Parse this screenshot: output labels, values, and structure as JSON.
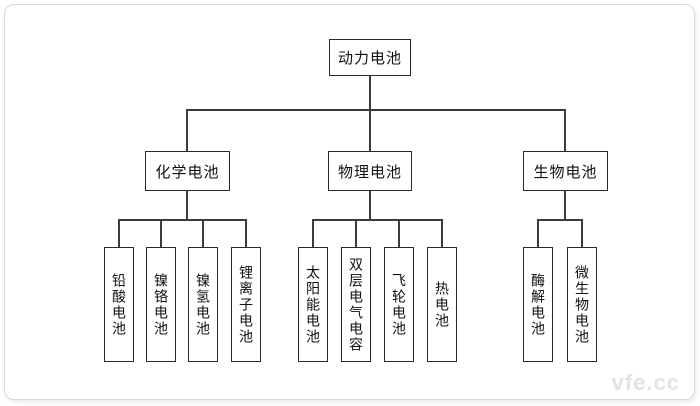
{
  "diagram": {
    "root": {
      "label": "动力电池"
    },
    "level2": [
      {
        "label": "化学电池"
      },
      {
        "label": "物理电池"
      },
      {
        "label": "生物电池"
      }
    ],
    "leaves": {
      "chemical": [
        "铅酸电池",
        "镍铬电池",
        "镍氢电池",
        "锂离子电池"
      ],
      "physical": [
        "太阳能电池",
        "双层电气电容",
        "飞轮电池",
        "热电池"
      ],
      "biological": [
        "酶解电池",
        "微生物电池"
      ]
    },
    "watermark": "vfe.cc",
    "colors": {
      "connector": "#3b3b3b",
      "box_border": "#2b2b2b",
      "watermark": "#e3e3e3"
    }
  }
}
